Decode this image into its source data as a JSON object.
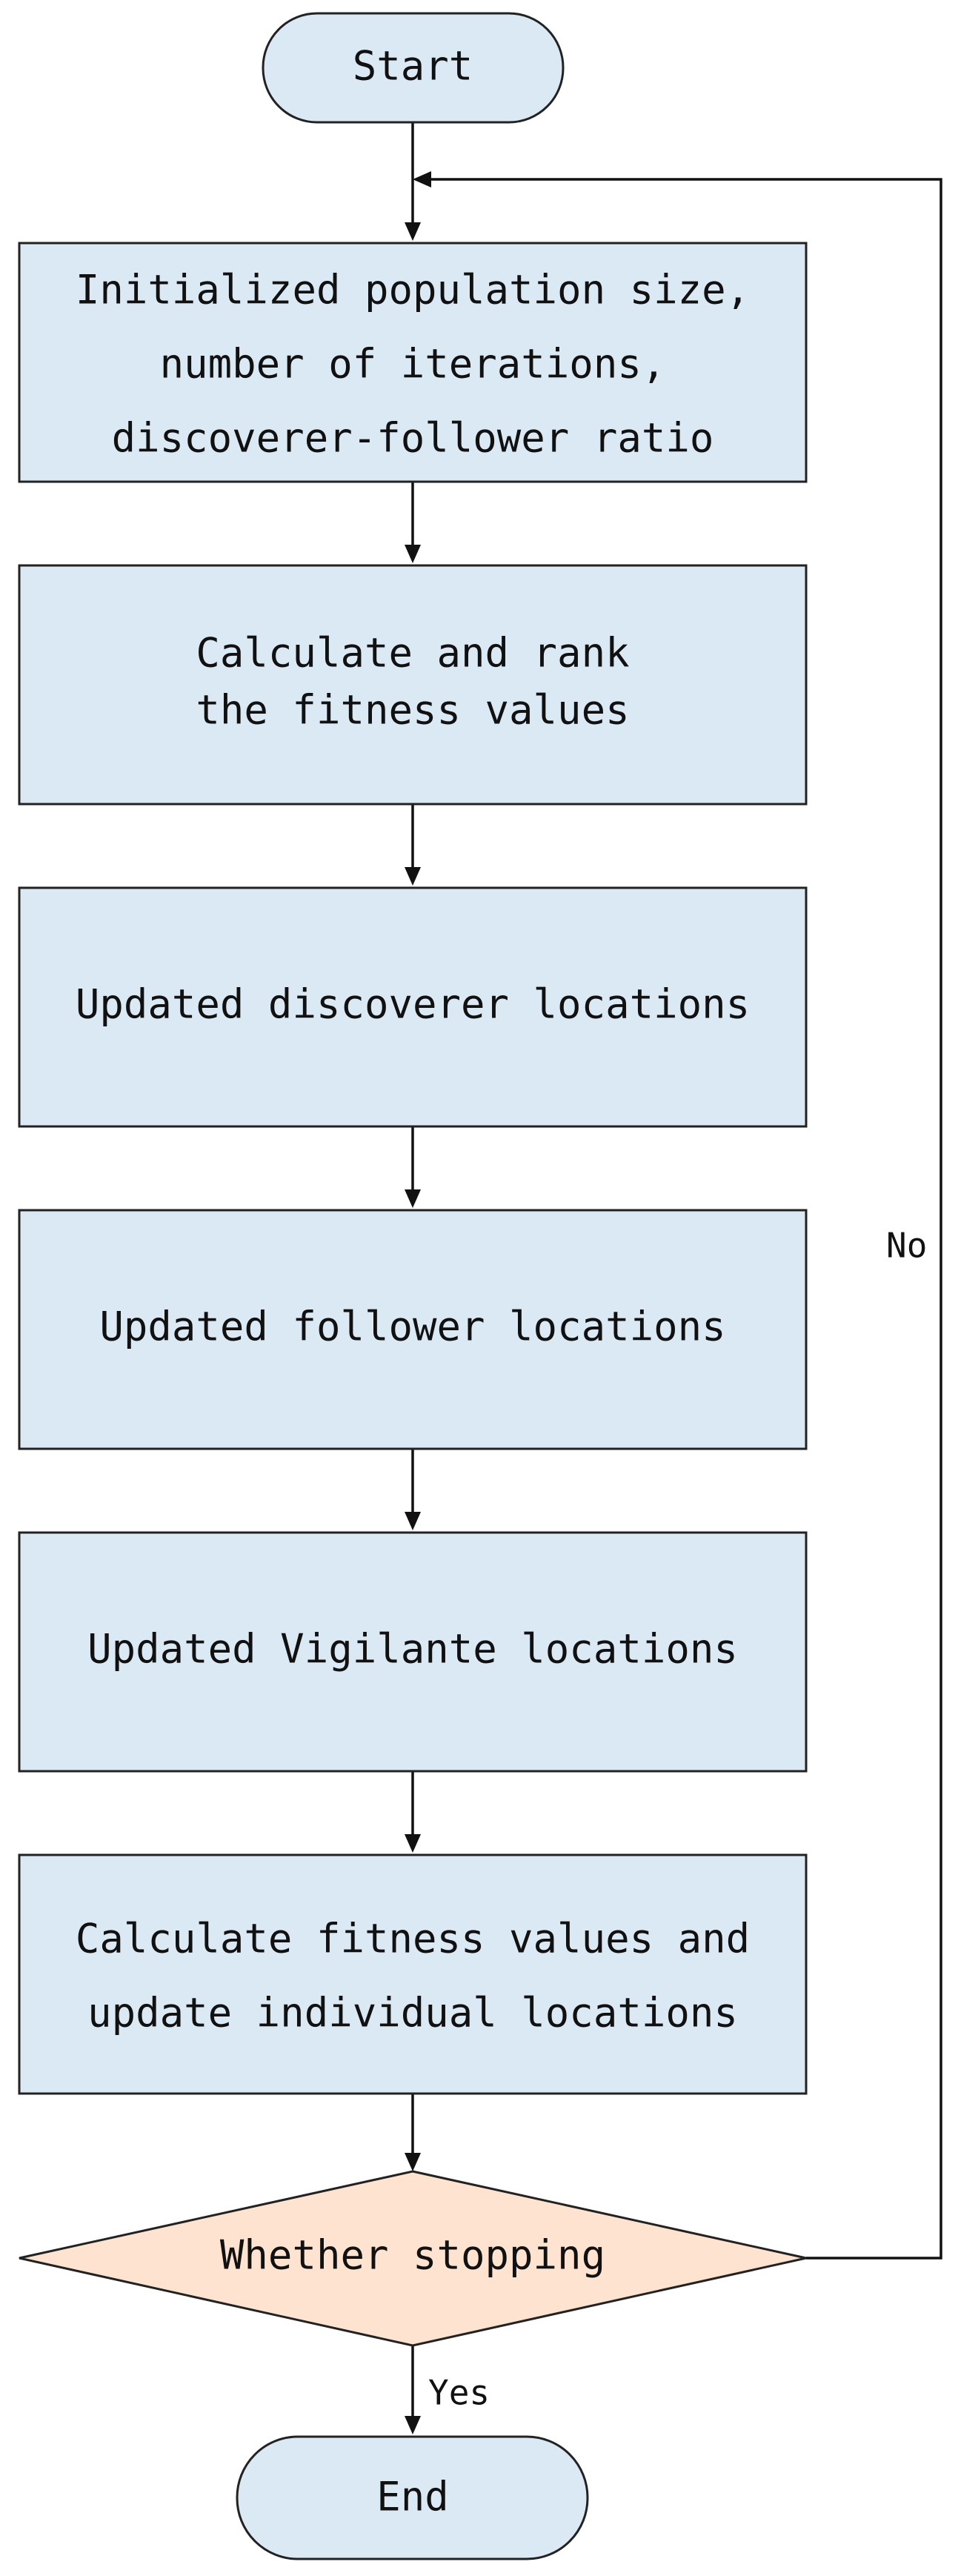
{
  "nodes": {
    "start": {
      "label": "Start"
    },
    "init": {
      "lines": [
        "Initialized population size,",
        "number of iterations,",
        "discoverer-follower ratio"
      ]
    },
    "calc_rank": {
      "lines": [
        "Calculate and rank",
        "the fitness values"
      ]
    },
    "update_discoverer": {
      "label": "Updated discoverer locations"
    },
    "update_follower": {
      "label": "Updated follower locations"
    },
    "update_vigilante": {
      "label": "Updated Vigilante locations"
    },
    "calc_update": {
      "lines": [
        "Calculate fitness values and",
        "update individual locations"
      ]
    },
    "decision": {
      "label": "Whether stopping"
    },
    "end": {
      "label": "End"
    }
  },
  "edges": {
    "no_label": "No",
    "yes_label": "Yes"
  },
  "colors": {
    "process_fill": "#dbe9f5",
    "decision_fill": "#fde3d0",
    "stroke": "#222222"
  }
}
